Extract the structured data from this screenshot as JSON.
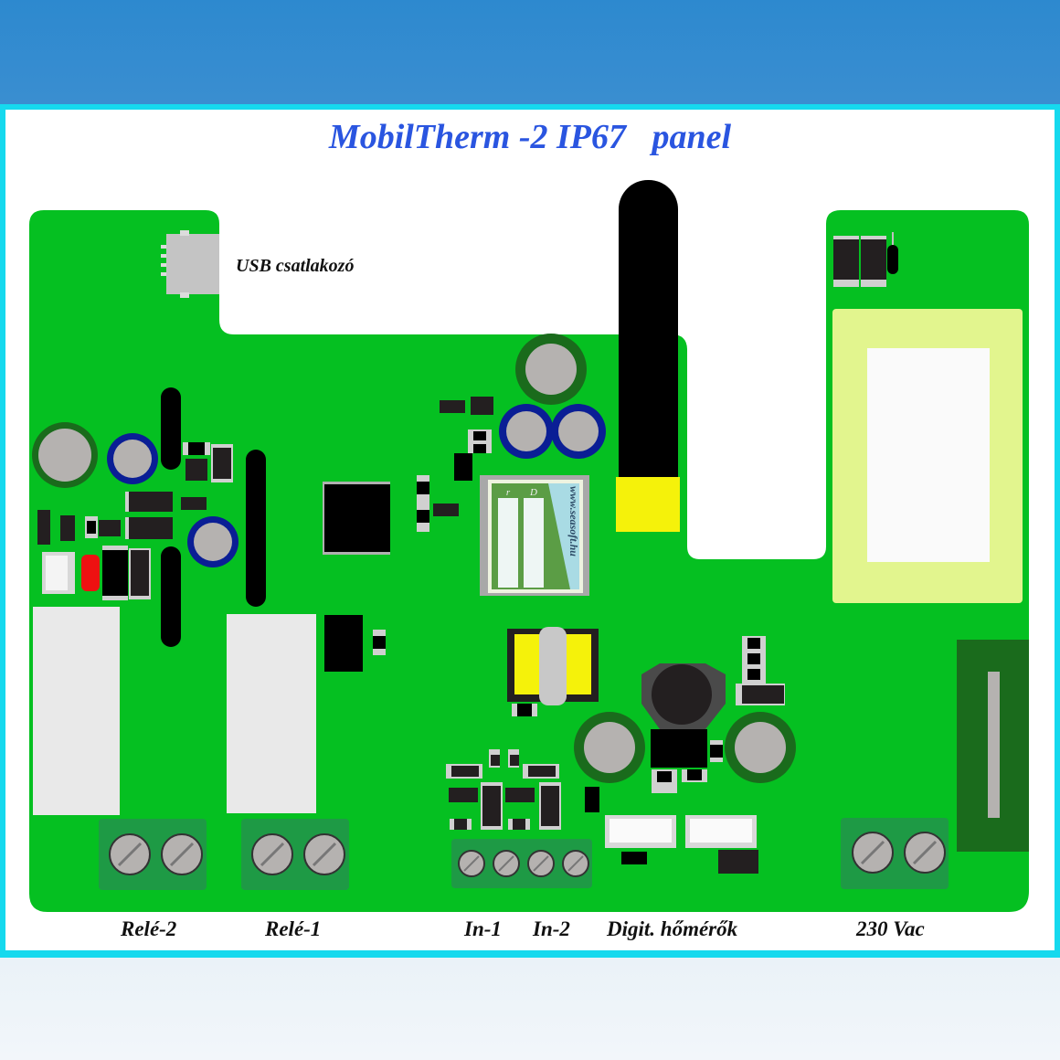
{
  "title": "MobilTherm -2 IP67   panel",
  "usb_label": "USB csatlakozó",
  "antenna_watermark": "www.seasoft.hu",
  "relay_window_marks": [
    "r",
    "D"
  ],
  "connector_labels": {
    "rele2": "Relé-2",
    "rele1": "Relé-1",
    "in1": "In-1",
    "in2": "In-2",
    "digit": "Digit. hőmérők",
    "vac": "230 Vac"
  },
  "colors": {
    "board": "#05c021",
    "dark_green": "#1a6b1c",
    "terminal": "#1e9a45",
    "cap_blue": "#0a1e95",
    "title_blue": "#2a55e0",
    "frame_cyan": "#16d9ee",
    "yellow": "#f5f20a",
    "led_red": "#ee1111",
    "transformer": "#e2f58e"
  }
}
